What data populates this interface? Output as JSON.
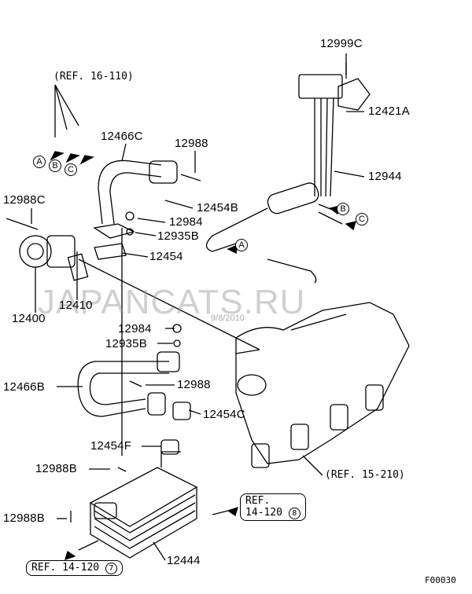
{
  "labels": {
    "p12999C": "12999C",
    "p12421A": "12421A",
    "p12466C": "12466C",
    "p12988_top": "12988",
    "p12944": "12944",
    "p12988C": "12988C",
    "p12454B": "12454B",
    "p12984_top": "12984",
    "p12935B_top": "12935B",
    "p12454": "12454",
    "p12410": "12410",
    "p12400": "12400",
    "p12984_mid": "12984",
    "p12935B_mid": "12935B",
    "p12466B": "12466B",
    "p12988_mid": "12988",
    "p12454C": "12454C",
    "p12454F": "12454F",
    "p12988B_top": "12988B",
    "p12988B_bot": "12988B",
    "p12444": "12444"
  },
  "refs": {
    "ref_16_110": "(REF. 16-110)",
    "ref_15_210": "(REF. 15-210)",
    "ref_14_120_8_a": "REF.",
    "ref_14_120_8_b": "14-120",
    "ref_14_120_8_num": "8",
    "ref_14_120_7": "REF. 14-120",
    "ref_14_120_7_num": "7"
  },
  "connectors": {
    "A": "A",
    "B": "B",
    "C": "C"
  },
  "watermark": "JAPANCATS.RU",
  "date": "9/8/2010",
  "figure_code": "F00030"
}
